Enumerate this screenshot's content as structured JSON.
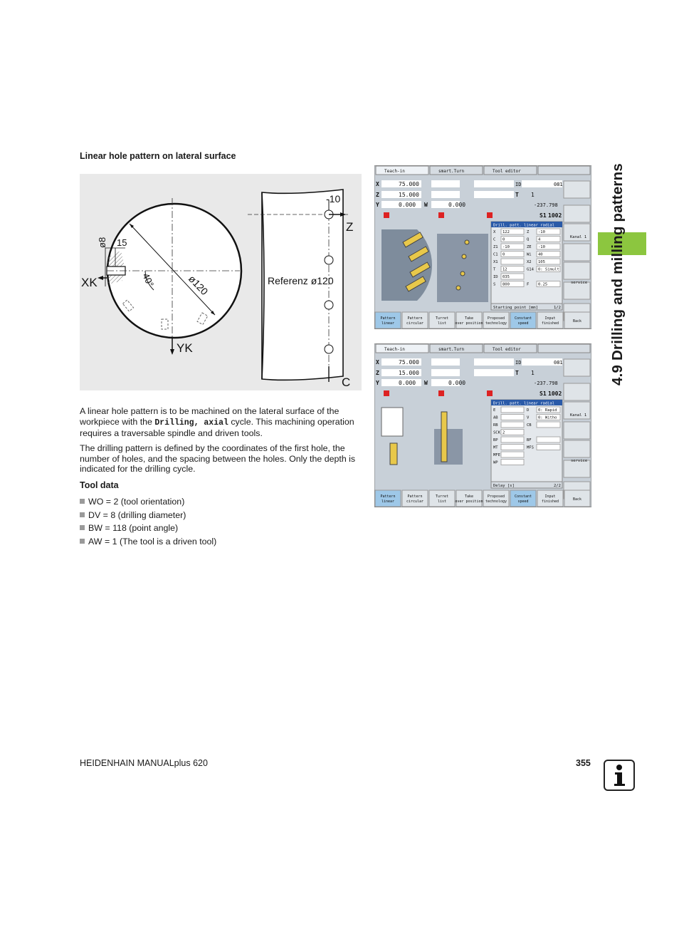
{
  "section_title": "Linear hole pattern on lateral surface",
  "figure": {
    "labels": {
      "minus10": "-10",
      "z": "Z",
      "d8": "ø8",
      "d15": "15",
      "xk": "XK",
      "angle40": "40°",
      "d120": "ø120",
      "referenz": "Referenz ø120",
      "yk": "YK",
      "c": "C"
    }
  },
  "paragraph1": {
    "before": "A linear hole pattern is to be machined on the lateral surface of the workpiece with the ",
    "code": "Drilling, axial",
    "after": " cycle. This machining operation requires a traversable spindle and driven tools."
  },
  "paragraph2": "The drilling pattern is defined by the coordinates of the first hole, the number of holes, and the spacing between the holes. Only the depth is indicated for the drilling cycle.",
  "tool_data": {
    "heading": "Tool data",
    "items": [
      "WO = 2 (tool orientation)",
      "DV = 8 (drilling diameter)",
      "BW = 118 (point angle)",
      "AW = 1 (The tool is a driven tool)"
    ]
  },
  "footer": {
    "left": "HEIDENHAIN MANUALplus 620",
    "page": "355"
  },
  "side_tab": "4.9 Drilling and milling patterns",
  "colors": {
    "green_tab": "#8cc63f",
    "screen_bg": "#c8d0d8",
    "softkey_active": "#9ec8e8",
    "form_header": "#2a5aa8"
  },
  "screens": {
    "tabs": [
      "Teach-in",
      "smart.Turn",
      "Tool editor"
    ],
    "status": {
      "x_label": "X",
      "x_value": "75.000",
      "z_label": "Z",
      "z_value": "15.000",
      "y_label": "Y",
      "y_value": "0.000",
      "w_label": "W",
      "w_value": "0.000",
      "id_label": "ID",
      "id_value": "081",
      "t_label": "T",
      "t_value": "1",
      "angle_value": "-237.798",
      "s_label": "S1",
      "s_value": "1002"
    },
    "softkeys_bottom": [
      "Pattern linear",
      "Pattern circular",
      "Turret list",
      "Take over position",
      "Proposed technology",
      "Constant speed",
      "Input finished",
      "Back"
    ],
    "softkeys_side": [
      "Kanal 1",
      "service"
    ],
    "screen1": {
      "form_title": "Drill. patt. linear radial",
      "fields": [
        [
          "X",
          "122",
          "Z",
          "-10"
        ],
        [
          "C",
          "0",
          "Q",
          "4"
        ],
        [
          "Z1",
          "-10",
          "ZE",
          "-10"
        ],
        [
          "C1",
          "0",
          "Wi",
          "40"
        ],
        [
          "X1",
          "",
          "X2",
          "105"
        ],
        [
          "T",
          "12",
          "G14",
          "0: Simult"
        ],
        [
          "ID",
          "035",
          "",
          ""
        ],
        [
          "S",
          "800",
          "F",
          "0.25"
        ]
      ],
      "footer_left": "Starting point [mm]",
      "footer_right": "1/2"
    },
    "screen2": {
      "form_title": "Drill. patt. linear radial",
      "fields": [
        [
          "E",
          "",
          "D",
          "0: Rapid"
        ],
        [
          "AB",
          "",
          "V",
          "0: Witho"
        ],
        [
          "RB",
          "",
          "CB",
          ""
        ],
        [
          "SCK",
          "2",
          "",
          ""
        ],
        [
          "BP",
          "",
          "BF",
          ""
        ],
        [
          "MT",
          "",
          "MFS",
          ""
        ],
        [
          "MFE",
          "",
          "",
          ""
        ],
        [
          "WP",
          "",
          "",
          ""
        ]
      ],
      "footer_left": "Delay [s]",
      "footer_right": "2/2"
    }
  }
}
